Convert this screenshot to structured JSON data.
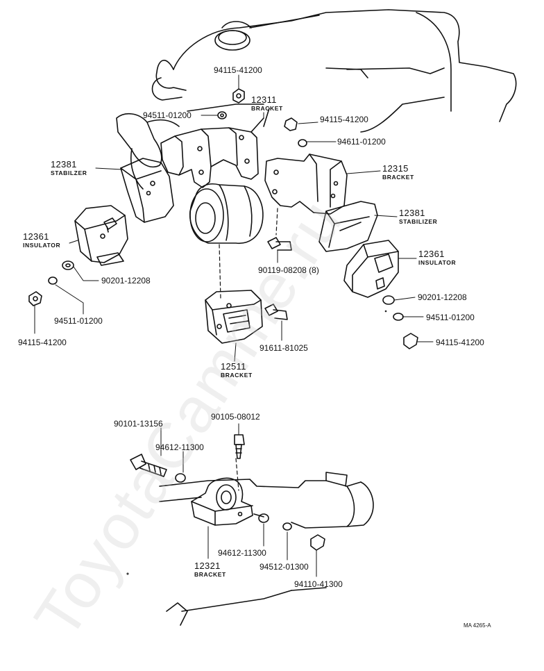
{
  "diagram_code": "MA 4265-A",
  "watermark": "ToyotaCamme.ru",
  "parts": {
    "nut_top": "94115-41200",
    "washer_top": "94511-01200",
    "bracket_12311": {
      "number": "12311",
      "name": "BRACKET"
    },
    "nut_right1": "94115-41200",
    "washer_right1": "94611-01200",
    "stabilizer_left": {
      "number": "12381",
      "name": "STABILZER"
    },
    "bracket_12315": {
      "number": "12315",
      "name": "BRACKET"
    },
    "stabilizer_right": {
      "number": "12381",
      "name": "STABILIZER"
    },
    "insulator_left": {
      "number": "12361",
      "name": "INSULATOR"
    },
    "insulator_right": {
      "number": "12361",
      "name": "INSULATOR"
    },
    "bolt_90119": "90119-08208 (8)",
    "washer_left_90201": "90201-12208",
    "washer_left_94511": "94511-01200",
    "nut_left_94115": "94115-41200",
    "washer_right_90201": "90201-12208",
    "washer_right_94511": "94511-01200",
    "nut_right_94115": "94115-41200",
    "bolt_91611": "91611-81025",
    "bracket_12511": {
      "number": "12511",
      "name": "BRACKET"
    },
    "bolt_90101": "90101-13156",
    "bolt_90105": "90105-08012",
    "washer_94612_upper": "94612-11300",
    "washer_94612_lower": "94612-11300",
    "bracket_12321": {
      "number": "12321",
      "name": "BRACKET"
    },
    "washer_94512": "94512-01300",
    "nut_94110": "94110-41300"
  }
}
